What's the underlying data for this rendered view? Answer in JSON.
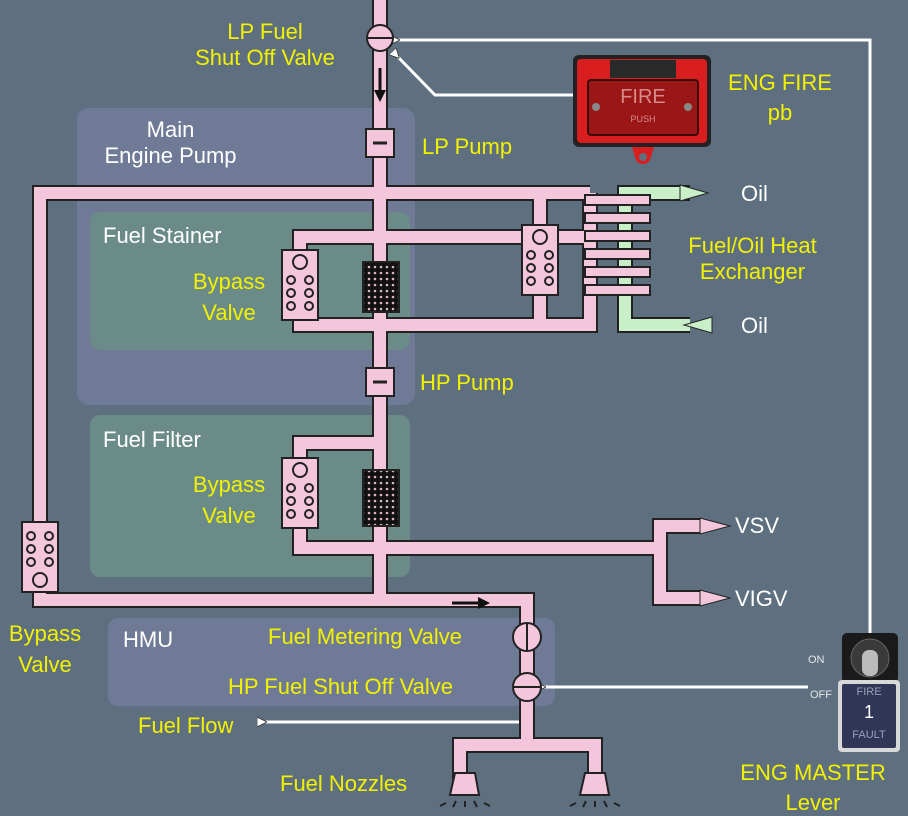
{
  "colors": {
    "background": "#5e6f80",
    "fuel": "#f3c6dc",
    "oil": "#c9efc9",
    "label": "#f2f200",
    "fire": "#d81e1e"
  },
  "regions": {
    "main_engine_pump": "Main\nEngine Pump",
    "fuel_strainer": "Fuel Stainer",
    "fuel_filter": "Fuel Filter",
    "hmu": "HMU"
  },
  "labels": {
    "lp_fuel_valve_1": "LP Fuel",
    "lp_fuel_valve_2": "Shut Off Valve",
    "lp_pump": "LP Pump",
    "hp_pump": "HP Pump",
    "strainer_bypass_1": "Bypass",
    "strainer_bypass_2": "Valve",
    "filter_bypass_1": "Bypass",
    "filter_bypass_2": "Valve",
    "main_bypass_1": "Bypass",
    "main_bypass_2": "Valve",
    "heat_exchanger_1": "Fuel/Oil Heat",
    "heat_exchanger_2": "Exchanger",
    "oil_out": "Oil",
    "oil_in": "Oil",
    "vsv": "VSV",
    "vigv": "VIGV",
    "fuel_metering_valve": "Fuel Metering Valve",
    "hp_fuel_valve": "HP Fuel Shut Off Valve",
    "fuel_flow": "Fuel Flow",
    "fuel_nozzles": "Fuel Nozzles",
    "eng_fire_1": "ENG FIRE",
    "eng_fire_2": "pb",
    "eng_master_1": "ENG MASTER",
    "eng_master_2": "Lever"
  },
  "fire_button": {
    "title": "FIRE",
    "sub": "PUSH"
  },
  "master_lever": {
    "on": "ON",
    "off": "OFF",
    "fire": "FIRE",
    "number": "1",
    "fault": "FAULT"
  }
}
